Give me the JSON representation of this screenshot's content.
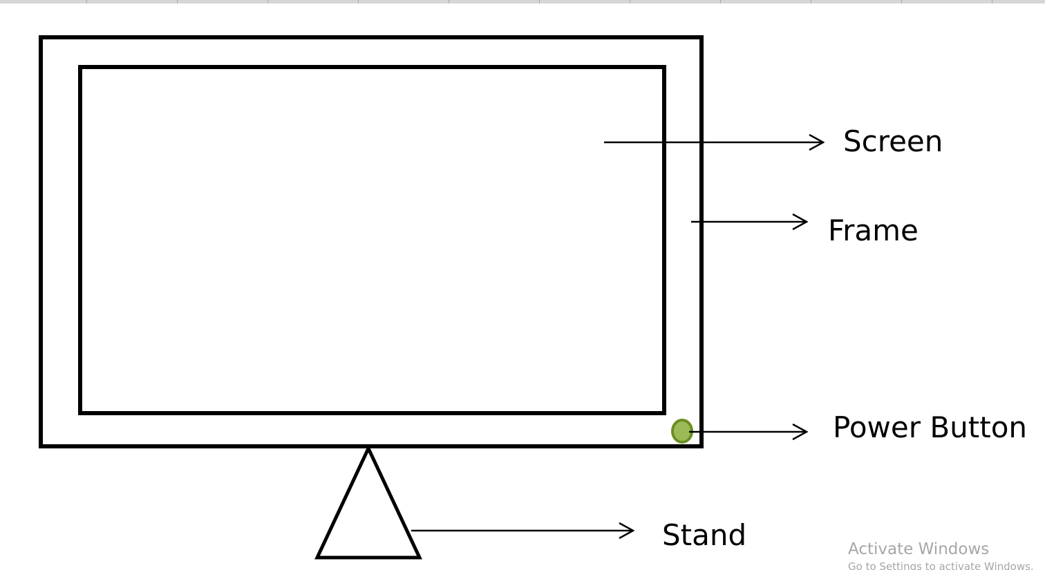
{
  "diagram": {
    "labels": {
      "screen": "Screen",
      "frame": "Frame",
      "power_button": "Power Button",
      "stand": "Stand"
    },
    "colors": {
      "stroke": "#000000",
      "power_button_fill": "#9BBB59",
      "power_button_stroke": "#6B8E23"
    }
  },
  "watermark": {
    "title": "Activate Windows",
    "subtitle": "Go to Settings to activate Windows."
  }
}
